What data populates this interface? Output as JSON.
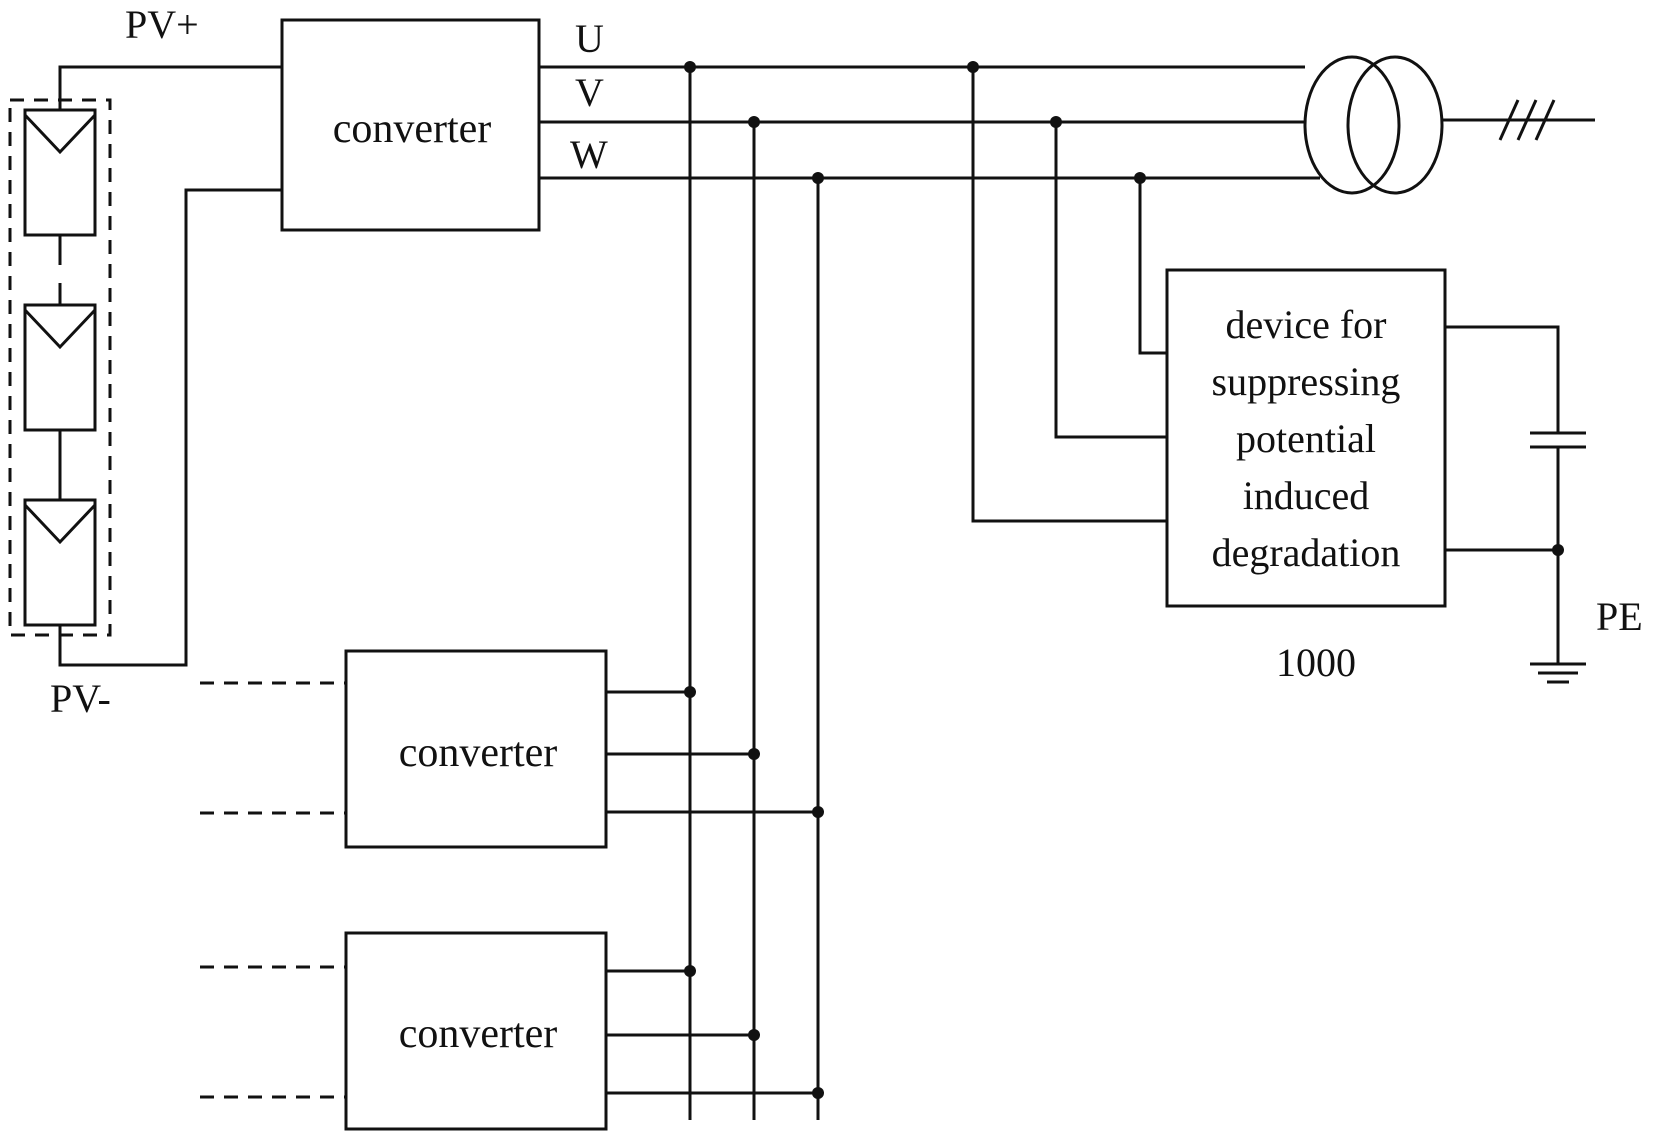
{
  "labels": {
    "pv_plus": "PV+",
    "pv_minus": "PV-",
    "phase_u": "U",
    "phase_v": "V",
    "phase_w": "W",
    "pe": "PE",
    "device_ref": "1000"
  },
  "converters": [
    {
      "label": "converter"
    },
    {
      "label": "converter"
    },
    {
      "label": "converter"
    }
  ],
  "device": {
    "lines": [
      "device for",
      "suppressing",
      "potential",
      "induced",
      "degradation"
    ]
  }
}
